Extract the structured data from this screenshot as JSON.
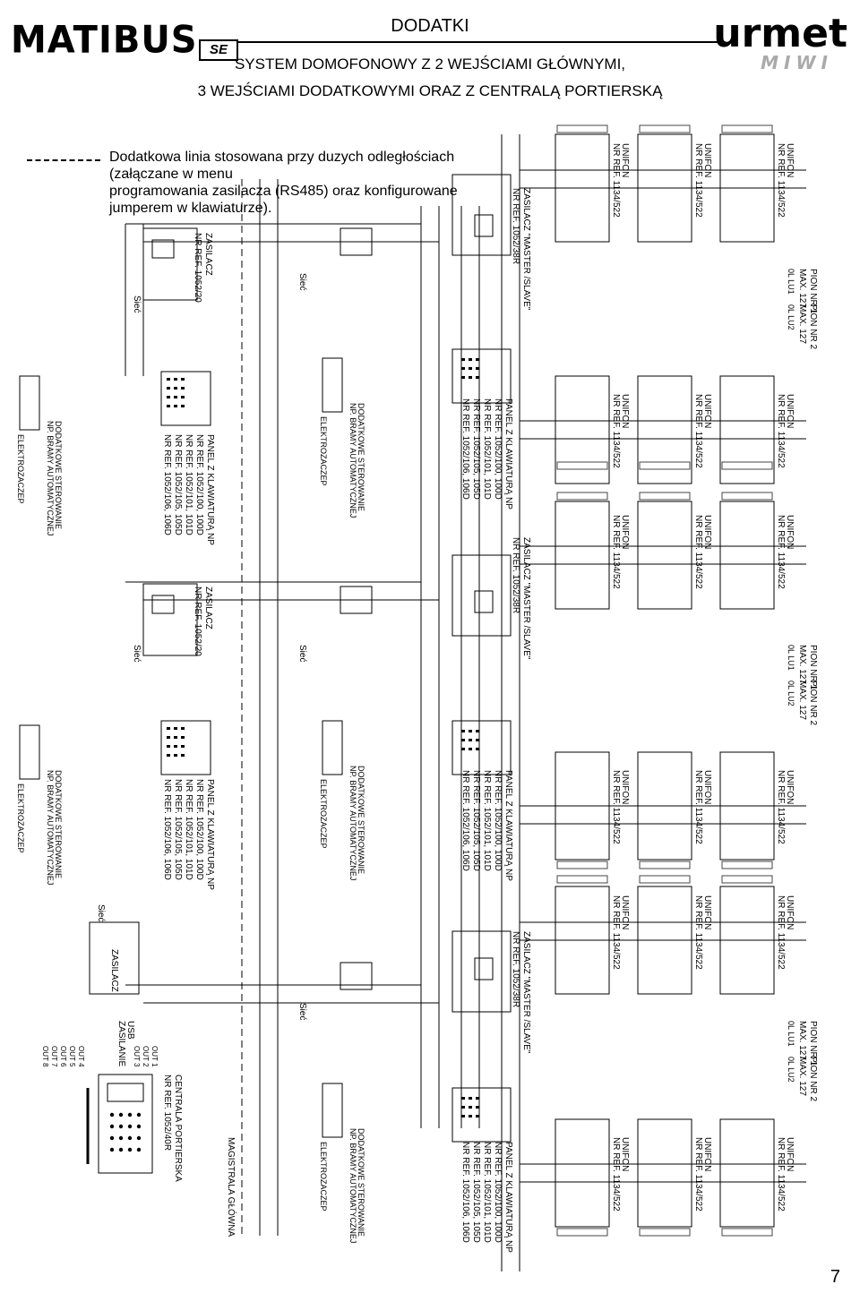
{
  "header": {
    "title": "DODATKI",
    "subtitle_line1": "SYSTEM DOMOFONOWY Z 2 WEJŚCIAMI GŁÓWNYMI,",
    "subtitle_line2": "3 WEJŚCIAMI DODATKOWYMI ORAZ Z CENTRALĄ PORTIERSKĄ",
    "logo_left": "MATIBUS",
    "logo_left_suffix": "SE",
    "logo_right": "urmet",
    "logo_right_sub": "MIWI"
  },
  "note": {
    "line1": "Dodatkowa linia stosowana przy duzych odległościach (załączane w menu",
    "line2": "programowania zasilacza (RS485) oraz konfigurowane jumperem w klawiaturze)."
  },
  "labels": {
    "zasilacz": "ZASILACZ",
    "zasilacz_ref": "NR REF. 1052/20",
    "master_slave": "ZASILACZ \"MASTER /SLAVE\"",
    "master_slave_ref": "NR REF. 1052/38R",
    "panel": "PANEL Z KLAWIATURĄ NP",
    "panel_refs": [
      "NR REF. 1052/100, 100D",
      "NR REF. 1052/101, 101D",
      "NR REF. 1052/105, 105D",
      "NR REF. 1052/106, 106D"
    ],
    "unifon": "UNIFON",
    "unifon_ref": "NR REF. 1134/522",
    "pion1": "PION NR 1",
    "pion2": "PION NR 2",
    "max": "MAX. 127",
    "pion1_terms": "0L LU1",
    "pion2_terms": "0L LU2",
    "siec": "Sieć",
    "elektrozaczep": "ELEKTROZACZEP",
    "dodatkowe_sterowanie": "DODATKOWE STEROWANIE",
    "brama": "NP. BRAMY AUTOMATYCZNEJ",
    "centrala": "CENTRALA PORTIERSKA",
    "centrala_ref": "NR REF. 1052/40R",
    "zasilanie": "ZASILANIE",
    "magistrala": "MAGISTRALA GŁÓWNA",
    "usb": "USB",
    "outs": [
      "OUT 1",
      "OUT 2",
      "OUT 3",
      "OUT 4",
      "OUT 5",
      "OUT 6",
      "OUT 7",
      "OUT 8"
    ]
  },
  "page_number": "7"
}
